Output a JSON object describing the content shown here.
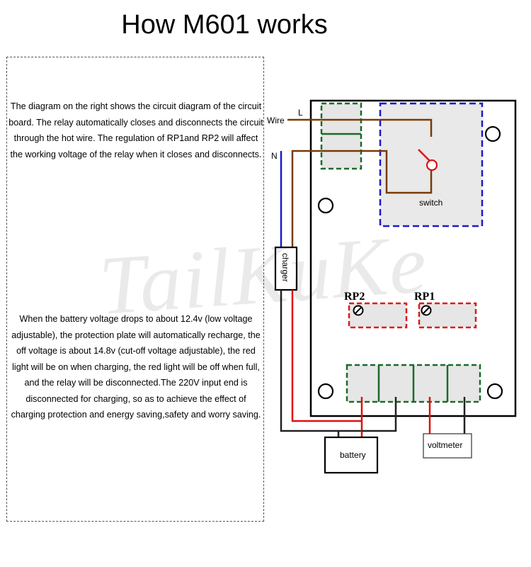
{
  "title": "How M601 works",
  "paragraphs": {
    "first": "The diagram on the right shows the circuit diagram of the circuit board. The relay automatically closes and disconnects the circuit through the hot wire. The regulation of RP1and RP2 will affect the working voltage of the relay when it closes and disconnects.",
    "second": "When the battery voltage drops to about 12.4v (low voltage adjustable), the protection plate will automatically recharge, the off voltage is about 14.8v (cut-off voltage adjustable), the red light will be on when charging, the red light will be off when full, and the relay will be disconnected.The 220V input end is disconnected for charging, so as to achieve the effect of charging protection and energy saving,safety and worry saving."
  },
  "watermark": "TailKuKe",
  "diagram": {
    "wire_label": "Wire",
    "line_label": "L",
    "neutral_label": "N",
    "switch_label": "switch",
    "charger_label": "charger",
    "rp2_label": "RP2",
    "rp1_label": "RP1",
    "battery_label": "battery",
    "voltmeter_label": "voltmeter"
  },
  "colors": {
    "live_wire": "#7a3a06",
    "neutral_wire": "#1a1acc",
    "positive_wire": "#e01010",
    "negative_wire": "#222222",
    "relay_outline": "#1a1acc",
    "terminal_outline": "#1a6a2a",
    "pot_outline": "#dd1a1a"
  }
}
